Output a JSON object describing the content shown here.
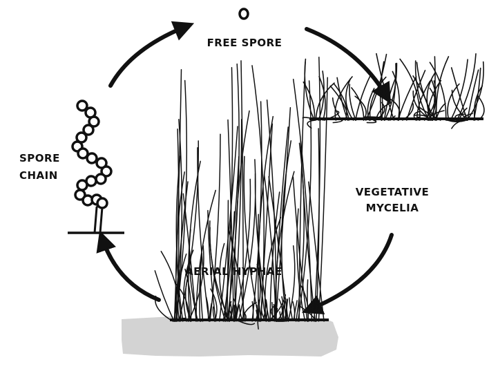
{
  "diagram": {
    "stages": {
      "free_spore": "FREE SPORE",
      "vegetative_mycelia_line1": "VEGETATIVE",
      "vegetative_mycelia_line2": "MYCELIA",
      "aerial_hyphae": "AERIAL HYPHAE",
      "spore_chain_line1": "SPORE",
      "spore_chain_line2": "CHAIN"
    },
    "icons": [
      "spore-icon",
      "vegetative-mycelia-icon",
      "aerial-hyphae-icon",
      "spore-chain-icon"
    ]
  }
}
